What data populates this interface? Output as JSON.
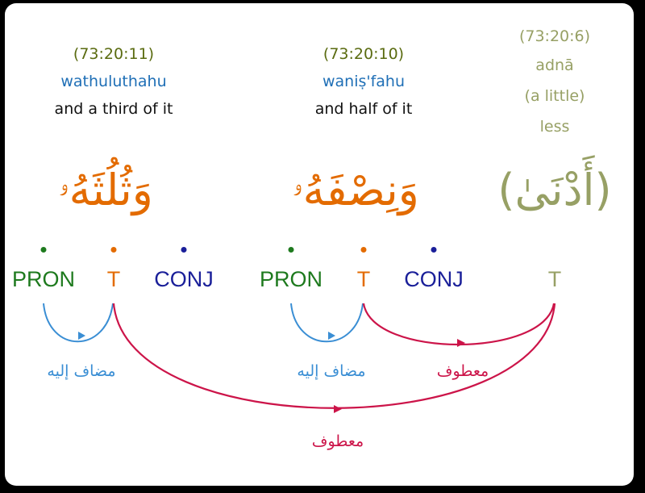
{
  "colors": {
    "olive": "#5a6b10",
    "light_olive": "#97a065",
    "blue": "#1f6fb6",
    "orange": "#e36b00",
    "green": "#1e7a1e",
    "navy": "#1a1f99",
    "crimson": "#cc1449",
    "arc_blue": "#3a8ed4"
  },
  "words": [
    {
      "location": "(73:20:11)",
      "translit": "wathuluthahu",
      "gloss": "and a third of it",
      "arabic": "وَثُلُثَهُۥ"
    },
    {
      "location": "(73:20:10)",
      "translit": "waniṣ'fahu",
      "gloss": "and half of it",
      "arabic": "وَنِصْفَهُۥ"
    },
    {
      "location": "(73:20:6)",
      "translit": "adnā",
      "gloss": "(a little)",
      "gloss2": "less",
      "arabic": "(أَدْنَىٰ)"
    }
  ],
  "tags": {
    "w1_pron": "PRON",
    "w1_t": "T",
    "w1_conj": "CONJ",
    "w2_pron": "PRON",
    "w2_t": "T",
    "w2_conj": "CONJ",
    "w3_t": "T"
  },
  "relations": {
    "mudaf1": "مضاف إليه",
    "mudaf2": "مضاف إليه",
    "matuf1": "معطوف",
    "matuf2": "معطوف"
  }
}
